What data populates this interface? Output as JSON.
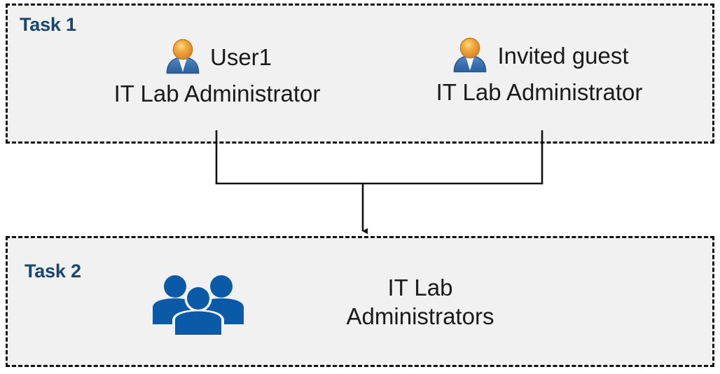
{
  "diagram": {
    "title_hidden": "",
    "background": "#ffffff",
    "accent_blue": "#17476f",
    "icon_blue": "#0a5aa8",
    "box_fill": "#f1f1f1",
    "border_color": "#111111"
  },
  "task1": {
    "label": "Task 1",
    "members": [
      {
        "icon": "user-icon",
        "name": "User1",
        "role": "IT Lab Administrator"
      },
      {
        "icon": "user-icon",
        "name": "Invited guest",
        "role": "IT Lab Administrator"
      }
    ]
  },
  "task2": {
    "label": "Task 2",
    "group": {
      "icon": "people-group-icon",
      "name_line1": "IT Lab",
      "name_line2": "Administrators"
    }
  },
  "connector": {
    "type": "merge-arrow",
    "from": [
      "User1",
      "Invited guest"
    ],
    "to": "IT Lab Administrators",
    "arrow_direction": "down"
  }
}
